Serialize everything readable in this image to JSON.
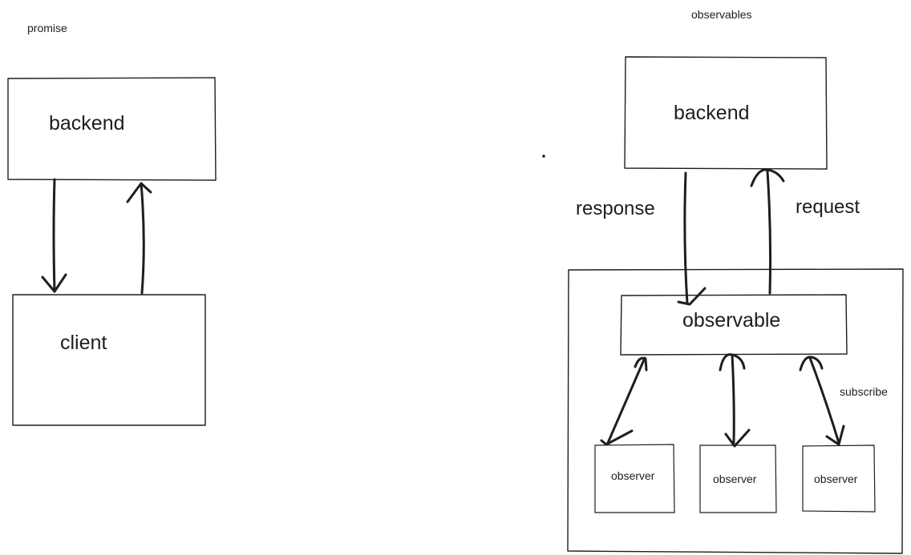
{
  "promise": {
    "title": "promise",
    "backend_label": "backend",
    "client_label": "client"
  },
  "observables": {
    "title": "observables",
    "backend_label": "backend",
    "response_label": "response",
    "request_label": "request",
    "observable_label": "observable",
    "subscribe_label": "subscribe",
    "observers": [
      "observer",
      "observer",
      "observer"
    ]
  },
  "colors": {
    "ink": "#1e1e1e",
    "background": "#ffffff"
  }
}
